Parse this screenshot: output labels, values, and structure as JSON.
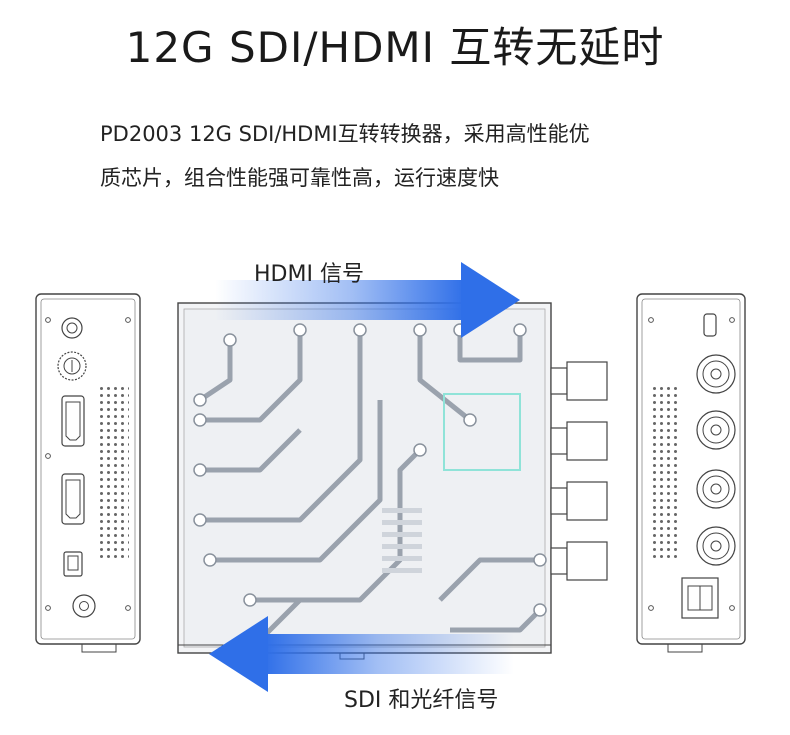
{
  "title": "12G SDI/HDMI 互转无延时",
  "description": {
    "line1": "PD2003 12G SDI/HDMI互转转换器，采用高性能优",
    "line2": "质芯片，组合性能强可靠性高，运行速度快"
  },
  "arrows": {
    "top_label": "HDMI 信号",
    "bottom_label": "SDI 和光纤信号"
  },
  "colors": {
    "arrow_blue": "#2f6fe8",
    "outline": "#444444",
    "circuit_fill": "#e6e9ee",
    "circuit_line": "#9aa2ad",
    "chip": "#8fe3d8"
  }
}
